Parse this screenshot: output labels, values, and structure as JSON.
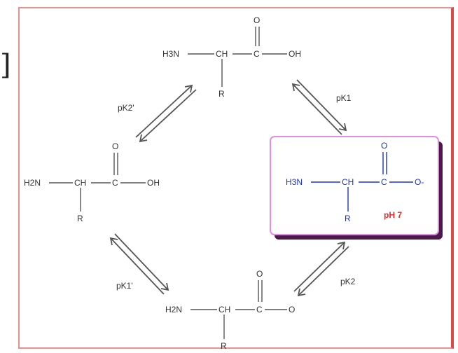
{
  "bracket_char": "]",
  "structures": {
    "top": {
      "amine": "H3N",
      "alpha": "CH",
      "carbonyl_c": "C",
      "carbonyl_o": "O",
      "terminal": "OH",
      "side": "R"
    },
    "left": {
      "amine": "H2N",
      "alpha": "CH",
      "carbonyl_c": "C",
      "carbonyl_o": "O",
      "terminal": "OH",
      "side": "R"
    },
    "right": {
      "amine": "H3N",
      "alpha": "CH",
      "carbonyl_c": "C",
      "carbonyl_o": "O",
      "terminal": "O-",
      "side": "R",
      "ph_label": "pH 7"
    },
    "bottom": {
      "amine": "H2N",
      "alpha": "CH",
      "carbonyl_c": "C",
      "carbonyl_o": "O",
      "terminal": "O",
      "side": "R"
    }
  },
  "equilibria": {
    "top_left": "pK2'",
    "top_right": "pK1",
    "bottom_left": "pK1'",
    "bottom_right": "pK2"
  },
  "colors": {
    "frame": "#e88f8f",
    "highlight_border": "#e08fe0",
    "highlight_shadow": "#4a1a4a",
    "blue_text": "#1f35b0",
    "red_text": "#e03030"
  }
}
